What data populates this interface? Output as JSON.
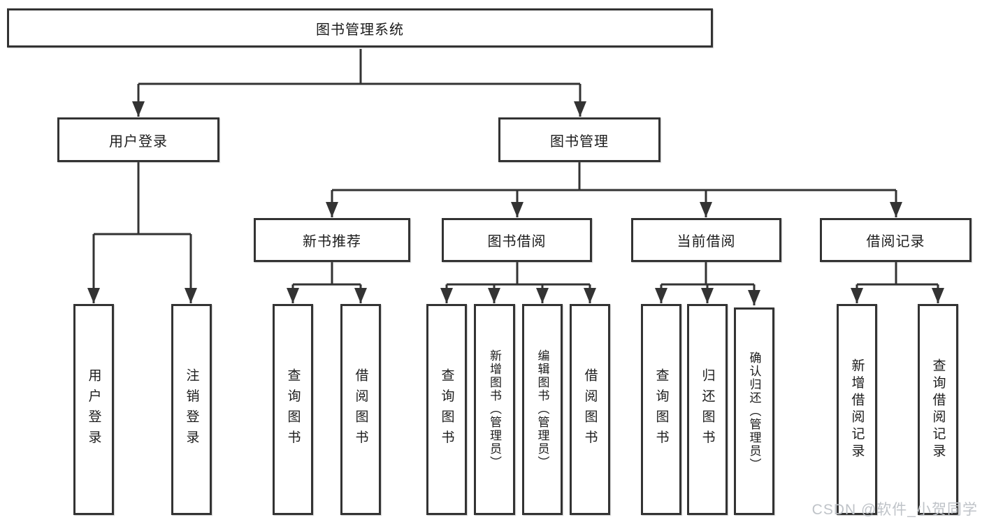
{
  "nodes": {
    "root": "图书管理系统",
    "user_login": "用户登录",
    "book_mgmt": "图书管理",
    "new_book_rec": "新书推荐",
    "book_borrow": "图书借阅",
    "current_borrow": "当前借阅",
    "borrow_records": "借阅记录"
  },
  "leaves": {
    "ul_login": "用户登录",
    "ul_logout": "注销登录",
    "nbr_query": "查询图书",
    "nbr_borrow": "借阅图书",
    "bb_query": "查询图书",
    "bb_add": "新增图书（管理员）",
    "bb_edit": "编辑图书（管理员）",
    "bb_borrow": "借阅图书",
    "cb_query": "查询图书",
    "cb_return": "归还图书",
    "cb_confirm": "确认归还（管理员）",
    "br_add": "新增借阅记录",
    "br_query": "查询借阅记录"
  },
  "watermark": "CSDN @软件_小贺同学",
  "colors": {
    "line": "#333333",
    "box_border": "#333333",
    "text": "#1c1c1c",
    "watermark": "#bfc3c8",
    "background": "#ffffff"
  }
}
